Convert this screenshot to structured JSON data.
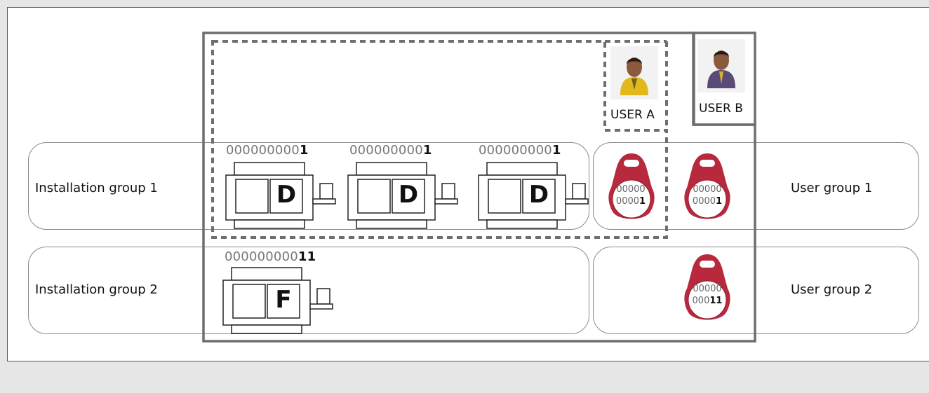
{
  "installation_groups": [
    {
      "label": "Installation group 1"
    },
    {
      "label": "Installation group 2"
    }
  ],
  "user_groups": [
    {
      "label": "User group 1"
    },
    {
      "label": "User group 2"
    }
  ],
  "users": [
    {
      "label": "USER A",
      "shirt_color": "#e3b81a"
    },
    {
      "label": "USER B",
      "shirt_color": "#5a4a78"
    }
  ],
  "devices": [
    {
      "serial_prefix": "000000000",
      "serial_suffix": "1",
      "letter": "D"
    },
    {
      "serial_prefix": "000000000",
      "serial_suffix": "1",
      "letter": "D"
    },
    {
      "serial_prefix": "000000000",
      "serial_suffix": "1",
      "letter": "D"
    },
    {
      "serial_prefix": "000000000",
      "serial_suffix": "11",
      "letter": "F"
    }
  ],
  "tags": [
    {
      "line1": "00000",
      "line2_prefix": "0000",
      "line2_suffix": "1"
    },
    {
      "line1": "00000",
      "line2_prefix": "0000",
      "line2_suffix": "1"
    },
    {
      "line1": "00000",
      "line2_prefix": "000",
      "line2_suffix": "11"
    }
  ],
  "colors": {
    "tag": "#b8293d",
    "frame": "#6e6e6e",
    "dashed": "#6e6e6e"
  }
}
